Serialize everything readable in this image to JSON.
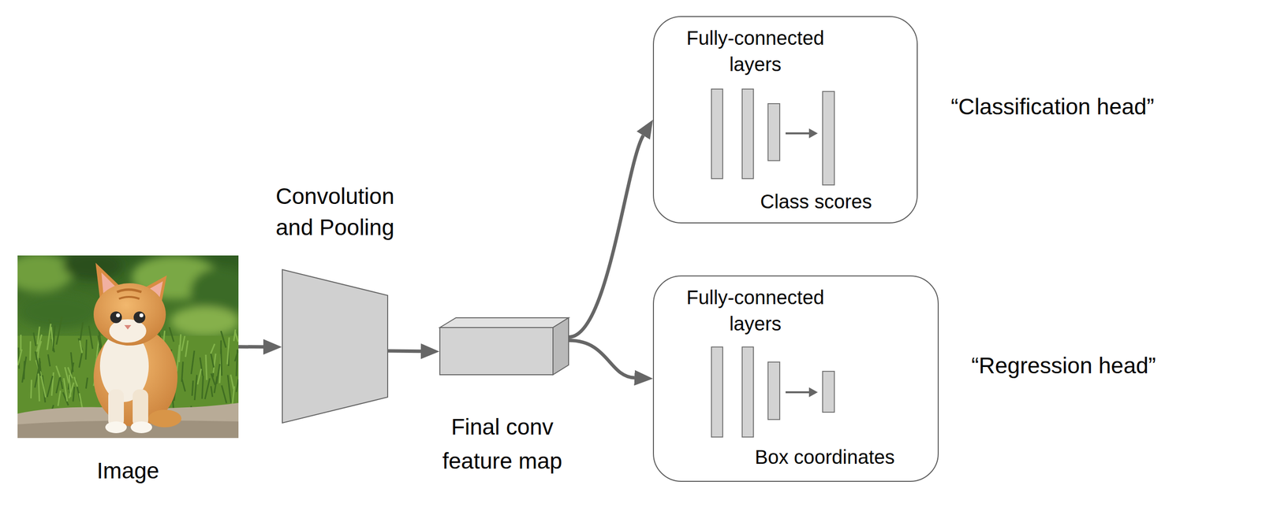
{
  "diagram": {
    "nodes": [
      {
        "text": [
          "Image"
        ]
      },
      {
        "text": [
          "Convolution and Pooling"
        ]
      },
      {
        "text": [
          "Final conv feature map"
        ]
      },
      {
        "text": [
          "Fully-connected layers",
          "Class scores"
        ]
      },
      {
        "text": [
          "Fully-connected layers",
          "Box coordinates"
        ]
      }
    ],
    "edges": [
      {
        "from": 0,
        "to": 1,
        "arrow": "to"
      },
      {
        "from": 1,
        "to": 2,
        "arrow": "to"
      },
      {
        "from": 2,
        "to": 3,
        "arrow": "to"
      },
      {
        "from": 2,
        "to": 4,
        "arrow": "to"
      }
    ],
    "labels": [
      "“Classification head”",
      "“Regression head”"
    ]
  }
}
